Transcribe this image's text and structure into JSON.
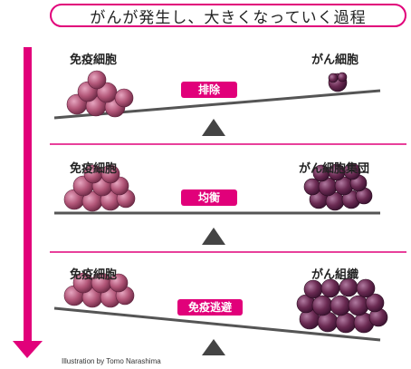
{
  "title": "がんが発生し、大きくなっていく過程",
  "colors": {
    "accent": "#e1007a",
    "beam": "#555555",
    "fulcrum": "#444444",
    "immune_cell": "#b25678",
    "cancer_cell": "#6a2a52"
  },
  "stages": [
    {
      "left_label": "免疫細胞",
      "right_label": "がん細胞",
      "badge": "排除",
      "balance": "immune-dominant"
    },
    {
      "left_label": "免疫細胞",
      "right_label": "がん細胞集団",
      "badge": "均衡",
      "balance": "equal"
    },
    {
      "left_label": "免疫細胞",
      "right_label": "がん組織",
      "badge": "免疫逃避",
      "balance": "cancer-dominant"
    }
  ],
  "credit": "Illustration by Tomo Narashima"
}
